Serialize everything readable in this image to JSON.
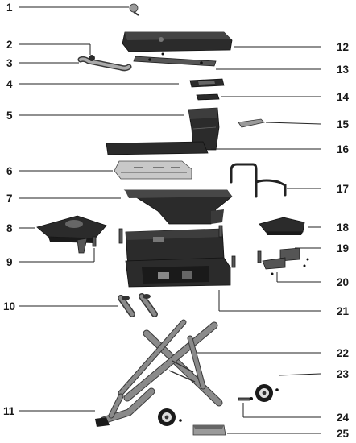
{
  "callouts": [
    {
      "number": "1"
    },
    {
      "number": "2"
    },
    {
      "number": "3"
    },
    {
      "number": "4"
    },
    {
      "number": "5"
    },
    {
      "number": "6"
    },
    {
      "number": "7"
    },
    {
      "number": "8"
    },
    {
      "number": "9"
    },
    {
      "number": "10"
    },
    {
      "number": "11"
    },
    {
      "number": "12"
    },
    {
      "number": "13"
    },
    {
      "number": "14"
    },
    {
      "number": "15"
    },
    {
      "number": "16"
    },
    {
      "number": "17"
    },
    {
      "number": "18"
    },
    {
      "number": "19"
    },
    {
      "number": "20"
    },
    {
      "number": "21"
    },
    {
      "number": "22"
    },
    {
      "number": "23"
    },
    {
      "number": "24"
    },
    {
      "number": "25"
    }
  ],
  "colors": {
    "parts_dark": "#2b2b2b",
    "parts_medium": "#555555",
    "parts_light": "#9a9a9a",
    "leader_lines": "#222222"
  }
}
